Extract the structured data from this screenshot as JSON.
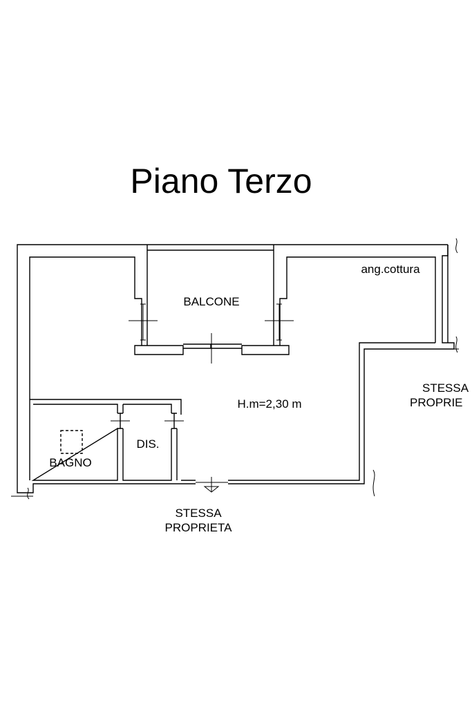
{
  "title": "Piano Terzo",
  "rooms": {
    "balcone": "BALCONE",
    "ang_cottura": "ang.cottura",
    "height": "H.m=2,30 m",
    "dis": "DIS.",
    "bagno": "BAGNO"
  },
  "neighbors": {
    "right_line1": "STESSA",
    "right_line2": "PROPRIE",
    "bottom_line1": "STESSA",
    "bottom_line2": "PROPRIETA"
  },
  "colors": {
    "line": "#000000",
    "background": "#ffffff"
  }
}
